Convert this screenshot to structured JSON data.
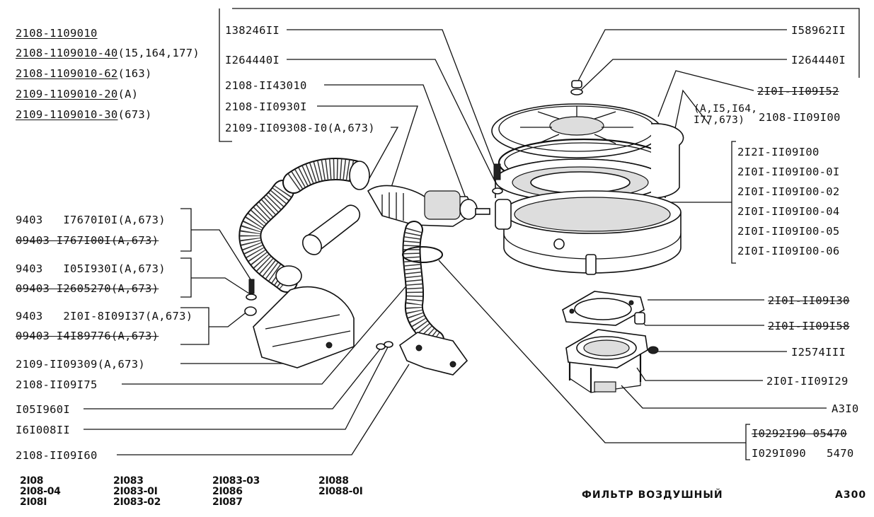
{
  "variants": [
    {
      "code": "2108-1109010",
      "note": ""
    },
    {
      "code": "2108-1109010-40",
      "note": "(15,164,177)"
    },
    {
      "code": "2108-1109010-62",
      "note": "(163)"
    },
    {
      "code": "2109-1109010-20",
      "note": "(A)"
    },
    {
      "code": "2109-1109010-30",
      "note": "(673)"
    }
  ],
  "top_left_box": [
    "138246II",
    "I264440I",
    "2108-II43010",
    "2108-II0930I",
    "2109-II09308-I0(A,673)"
  ],
  "left_groups": [
    [
      "9403   I7670I0I(A,673)",
      "09403 I767I00I(A,673)"
    ],
    [
      "9403   I05I930I(A,673)",
      "09403 I2605270(A,673)"
    ],
    [
      "9403   2I0I-8I09I37(A,673)",
      "09403 I4I89776(A,673)"
    ]
  ],
  "left_singles": [
    "2109-II09309(A,673)",
    "2108-II09I75",
    "I05I960I",
    "I6I008II",
    "2108-II09I60"
  ],
  "right_top": [
    "I58962II",
    "I264440I",
    "2I0I-II09I52"
  ],
  "right_note": "(A,I5,I64,\nI77,673)",
  "right_note_code": "2108-II09I00",
  "right_group": [
    "2I2I-II09I00",
    "2I0I-II09I00-0I",
    "2I0I-II09I00-02",
    "2I0I-II09I00-04",
    "2I0I-II09I00-05",
    "2I0I-II09I00-06"
  ],
  "right_lower": [
    "2I0I-II09I30",
    "2I0I-II09I58",
    "I2574III",
    "2I0I-II09I29",
    "A3I0"
  ],
  "right_bottom": [
    "I0292I90 05470",
    "I029I090   5470"
  ],
  "footer_models": [
    [
      "2I08",
      "2I08-04",
      "2I08I"
    ],
    [
      "2I083",
      "2I083-0I",
      "2I083-02"
    ],
    [
      "2I083-03",
      "2I086",
      "2I087"
    ],
    [
      "2I088",
      "2I088-0I"
    ]
  ],
  "title": "ФИЛЬТР ВОЗДУШНЫЙ",
  "page_code": "A300"
}
